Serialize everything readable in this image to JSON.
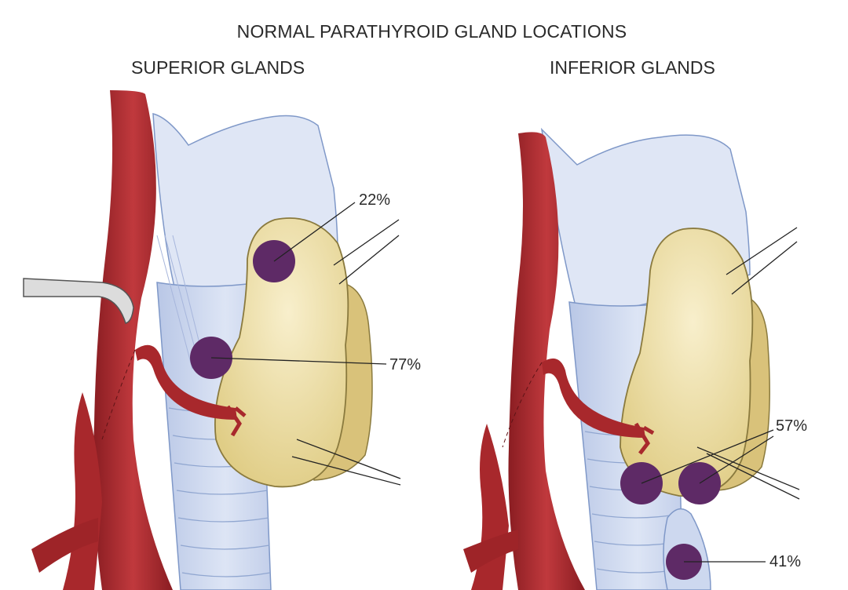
{
  "title": "NORMAL PARATHYROID GLAND LOCATIONS",
  "panels": {
    "left": {
      "title": "SUPERIOR GLANDS",
      "labels": {
        "upper": "22%",
        "middle": "77%"
      }
    },
    "right": {
      "title": "INFERIOR GLANDS",
      "labels": {
        "lower_thyroid": "57%",
        "thymus": "41%"
      }
    },
    "colors": {
      "artery": "#a8282c",
      "thyroid": "#ecdba0",
      "trachea": "#c9d5ee",
      "gland": "#5e2a66",
      "retractor": "#d8d8d8"
    }
  }
}
